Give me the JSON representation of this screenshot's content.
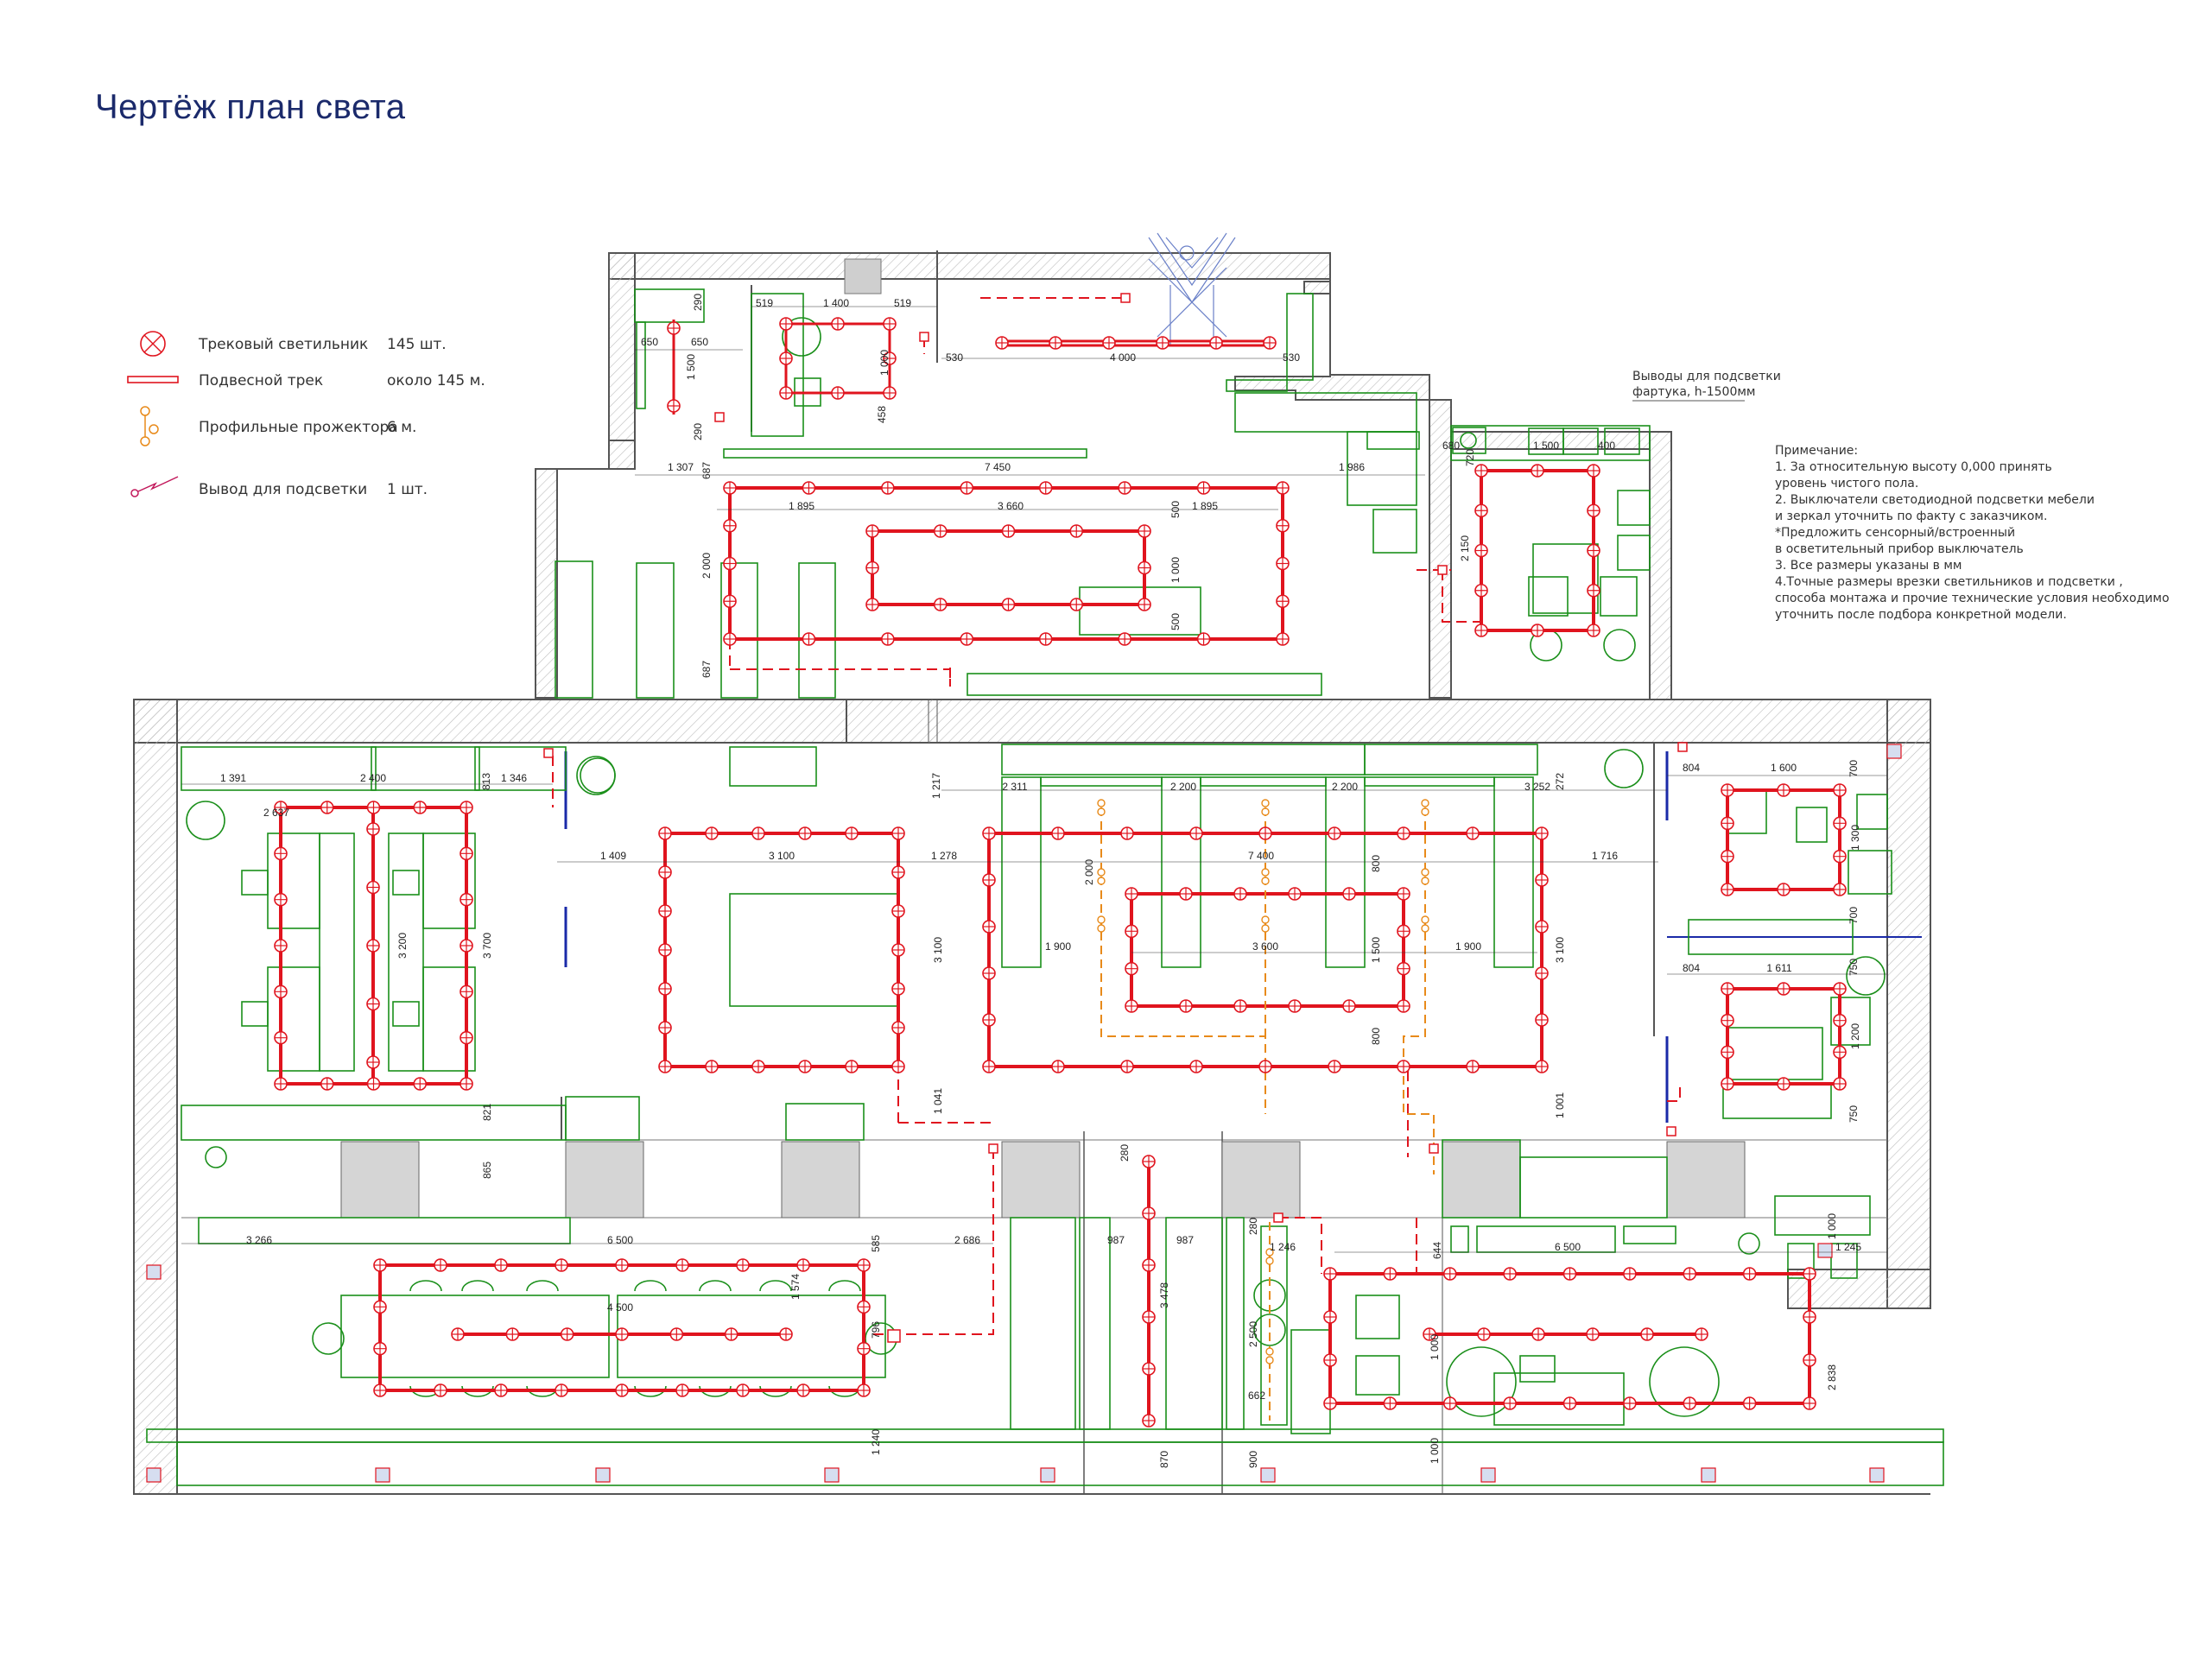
{
  "title": "Чертёж план света",
  "legend": [
    {
      "symbol": "track-light-icon",
      "label": "Трековый светильник",
      "qty": "145 шт."
    },
    {
      "symbol": "suspended-track-icon",
      "label": "Подвесной трек",
      "qty": "около 145 м."
    },
    {
      "symbol": "profile-spotlight-icon",
      "label": "Профильные прожектора",
      "qty": "6 м."
    },
    {
      "symbol": "backlight-outlet-icon",
      "label": "Вывод для подсветки",
      "qty": "1 шт."
    }
  ],
  "callout": {
    "line1": "Выводы для подсветки",
    "line2": "фартука, h-1500мм"
  },
  "notes": [
    "Примечание:",
    "1. За относительную высоту 0,000 принять",
    "уровень чистого пола.",
    "2. Выключатели светодиодной подсветки мебели",
    "и зеркал уточнить по факту с заказчиком.",
    "*Предложить сенсорный/встроенный",
    " в осветительный прибор выключатель",
    "3. Все размеры указаны в мм",
    "4.Точные размеры врезки светильников и подсветки ,",
    "способа монтажа и прочие технические условия необходимо",
    "уточнить после подбора конкретной модели."
  ],
  "dimensions": {
    "d650a": "650",
    "d650b": "650",
    "d290a": "290",
    "d1500a": "1 500",
    "d290b": "290",
    "d519a": "519",
    "d1400": "1 400",
    "d519b": "519",
    "d1000a": "1 000",
    "d458": "458",
    "d530a": "530",
    "d4000": "4 000",
    "d530b": "530",
    "d1307": "1 307",
    "d7450": "7 450",
    "d1986": "1 986",
    "d687a": "687",
    "d687b": "687",
    "d1895a": "1 895",
    "d3660": "3 660",
    "d1895b": "1 895",
    "d500a": "500",
    "d500b": "500",
    "d2000a": "2 000",
    "d1000b": "1 000",
    "d680": "680",
    "d720": "720",
    "d1500b": "1 500",
    "d400": "400",
    "d2150": "2 150",
    "d1391": "1 391",
    "d2400": "2 400",
    "d813": "813",
    "d1346": "1 346",
    "d2637": "2 637",
    "d3200": "3 200",
    "d3700": "3 700",
    "d821": "821",
    "d865": "865",
    "d1217": "1 217",
    "d1409": "1 409",
    "d3100a": "3 100",
    "d1278": "1 278",
    "d3100b": "3 100",
    "d2311": "2 311",
    "d2200a": "2 200",
    "d2200b": "2 200",
    "d3252": "3 252",
    "d272": "272",
    "d7400": "7 400",
    "d800a": "800",
    "d1716": "1 716",
    "d2000b": "2 000",
    "d1900a": "1 900",
    "d3600": "3 600",
    "d1500c": "1 500",
    "d1900b": "1 900",
    "d3100c": "3 100",
    "d800b": "800",
    "d1041": "1 041",
    "d1001": "1 001",
    "d804a": "804",
    "d1600": "1 600",
    "d700a": "700",
    "d1300": "1 300",
    "d700b": "700",
    "d804b": "804",
    "d1611": "1 611",
    "d750a": "750",
    "d1200": "1 200",
    "d750b": "750",
    "d3266": "3 266",
    "d6500a": "6 500",
    "d585": "585",
    "d2686": "2 686",
    "d1574": "1 574",
    "d4500": "4 500",
    "d796": "796",
    "d1240": "1 240",
    "d280": "280",
    "d987a": "987",
    "d987b": "987",
    "d3478": "3 478",
    "d870": "870",
    "d280b": "280",
    "d1246": "1 246",
    "d2500": "2 500",
    "d662": "662",
    "d900": "900",
    "d644": "644",
    "d6500b": "6 500",
    "d1000c": "1 000",
    "d1245": "1 245",
    "d1000d": "1 000",
    "d2838": "2 838",
    "d1000e": "1 000"
  },
  "colors": {
    "track": "#e0141e",
    "furniture": "#1a8f1a",
    "spotlight": "#e88a1a",
    "wall": "#555555",
    "title": "#1b2a6b",
    "window": "#1a2aa8"
  }
}
